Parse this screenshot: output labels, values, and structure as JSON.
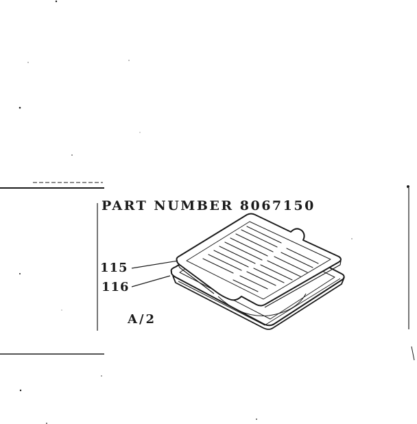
{
  "title": "PART NUMBER 8067150",
  "callouts": [
    {
      "number": "115"
    },
    {
      "number": "116"
    }
  ],
  "sheet_code": "A/2",
  "colors": {
    "ink": "#1a1a1a",
    "paper": "#ffffff"
  },
  "parts_depicted": [
    "grill-rack-icon",
    "drip-pan-icon"
  ]
}
